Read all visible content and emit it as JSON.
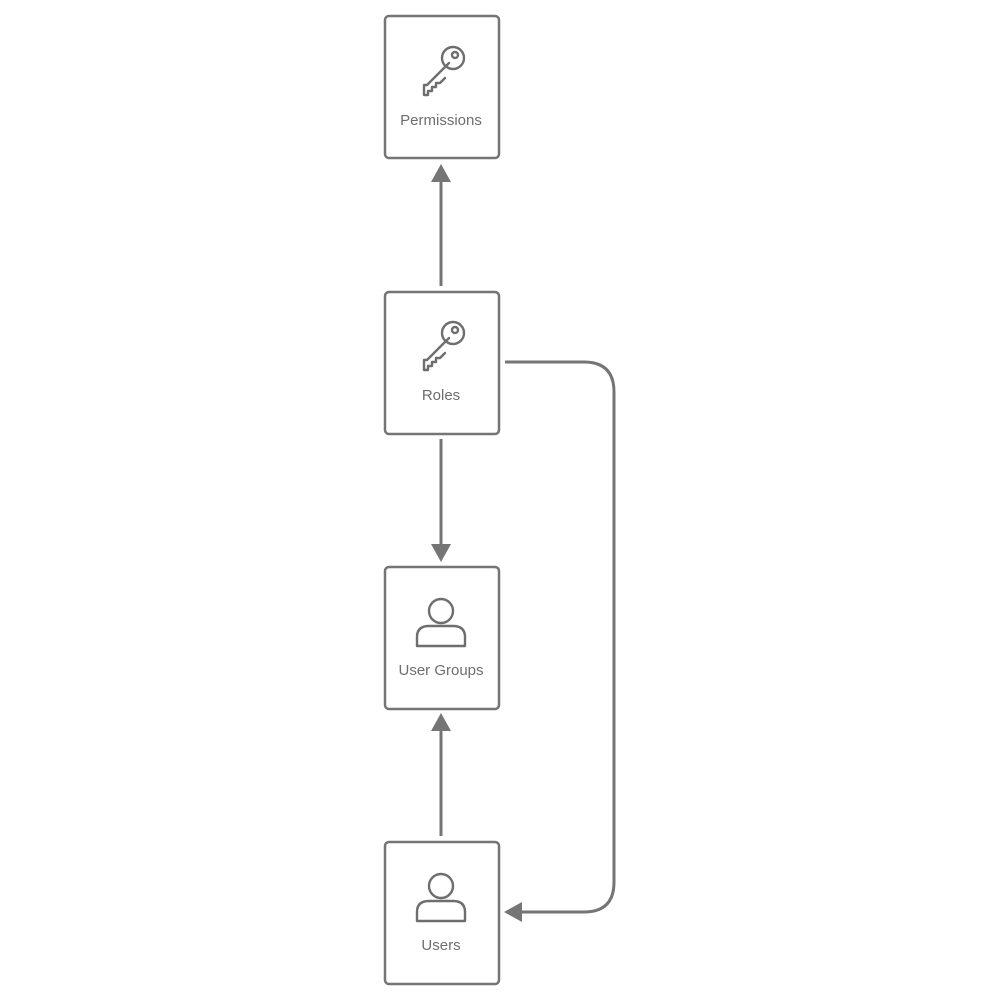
{
  "diagram": {
    "nodes": {
      "permissions": {
        "label": "Permissions",
        "icon": "key-icon"
      },
      "roles": {
        "label": "Roles",
        "icon": "key-icon"
      },
      "user_groups": {
        "label": "User Groups",
        "icon": "user-icon"
      },
      "users": {
        "label": "Users",
        "icon": "user-icon"
      }
    },
    "edges": [
      {
        "from": "roles",
        "to": "permissions"
      },
      {
        "from": "roles",
        "to": "user_groups"
      },
      {
        "from": "users",
        "to": "user_groups"
      },
      {
        "from": "roles",
        "to": "users"
      }
    ],
    "colors": {
      "stroke": "#757575",
      "text": "#6e6e6e",
      "background": "#ffffff"
    }
  }
}
